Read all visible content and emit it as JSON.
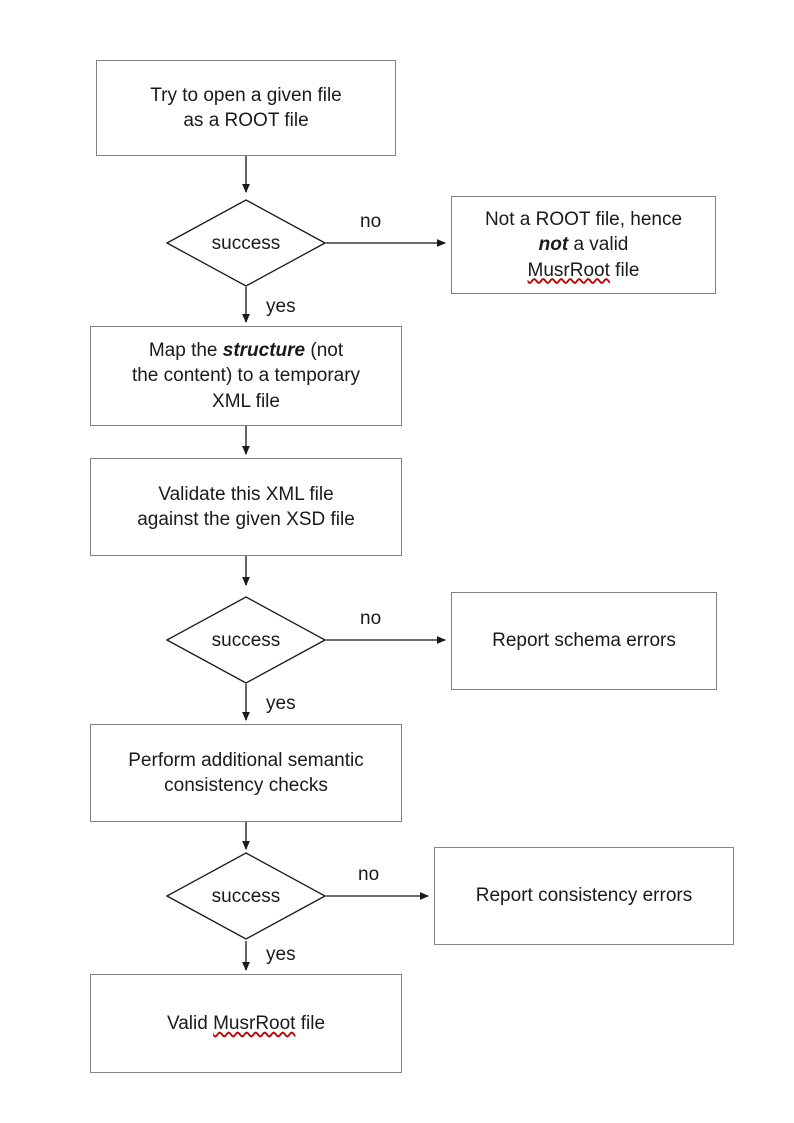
{
  "diagram": {
    "title": "MusrRoot file validation flowchart",
    "colors": {
      "box_stroke": "#808080",
      "diamond_stroke": "#1a1a1a",
      "connector": "#555555",
      "text": "#1a1a1a",
      "spellcheck_underline": "#c00000",
      "background": "#ffffff"
    },
    "nodes": {
      "open_file": {
        "type": "process",
        "line1": "Try to open a given file",
        "line2": "as a ROOT file"
      },
      "decision_open": {
        "type": "decision",
        "label": "success"
      },
      "not_root": {
        "type": "process",
        "line1": "Not a ROOT file, hence",
        "line2_em": "not",
        "line2_rest": " a valid",
        "line3_spell": "MusrRoot",
        "line3_rest": " file"
      },
      "map_structure": {
        "type": "process",
        "line1_pre": "Map the ",
        "line1_em": "structure",
        "line1_post": " (not",
        "line2": "the content) to a temporary",
        "line3": "XML file"
      },
      "validate_xml": {
        "type": "process",
        "line1": "Validate this XML file",
        "line2": "against the given XSD file"
      },
      "decision_schema": {
        "type": "decision",
        "label": "success"
      },
      "report_schema": {
        "type": "process",
        "line1": "Report schema errors"
      },
      "semantic_checks": {
        "type": "process",
        "line1": "Perform additional semantic",
        "line2": "consistency checks"
      },
      "decision_consistency": {
        "type": "decision",
        "label": "success"
      },
      "report_consistency": {
        "type": "process",
        "line1": "Report consistency errors"
      },
      "valid_file": {
        "type": "terminal",
        "line1_pre": "Valid ",
        "line1_spell": "MusrRoot",
        "line1_post": " file"
      }
    },
    "edge_labels": {
      "no_1": "no",
      "yes_1": "yes",
      "no_2": "no",
      "yes_2": "yes",
      "no_3": "no",
      "yes_3": "yes"
    }
  }
}
